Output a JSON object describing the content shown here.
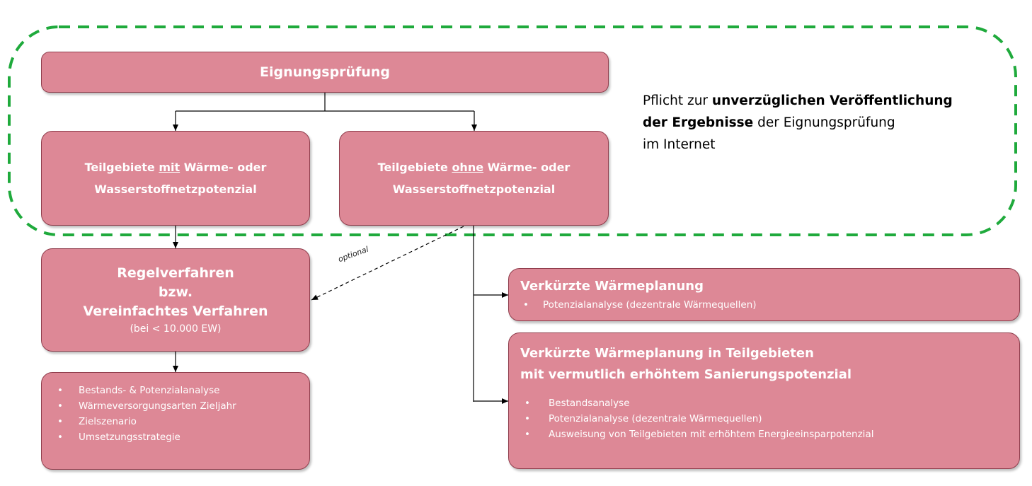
{
  "colors": {
    "box_fill": "#dd8896",
    "box_border": "#8f3d4c",
    "dashed_outline": "#1faa3c",
    "text_light": "#ffffff"
  },
  "eignung": {
    "label": "Eignungsprüfung"
  },
  "mit": {
    "part1": "Teilgebiete ",
    "underlined": "mit",
    "part2": " Wärme- oder",
    "line2": "Wasserstoffnetzpotenzial"
  },
  "ohne": {
    "part1": "Teilgebiete ",
    "underlined": "ohne",
    "part2": " Wärme- oder",
    "line2": "Wasserstoffnetzpotenzial"
  },
  "regel": {
    "line1": "Regelverfahren",
    "line2": "bzw.",
    "line3": "Vereinfachtes Verfahren",
    "line4": "(bei < 10.000 EW)"
  },
  "regel_list": [
    "Bestands- & Potenzialanalyse",
    "Wärmeversorgungsarten Zieljahr",
    "Zielszenario",
    "Umsetzungsstrategie"
  ],
  "verkuerzt": {
    "title": "Verkürzte Wärmeplanung",
    "items": [
      "Potenzialanalyse (dezentrale Wärmequellen)"
    ]
  },
  "verkuerzt_teil": {
    "title_line1": "Verkürzte Wärmeplanung in Teilgebieten",
    "title_line2": "mit vermutlich erhöhtem Sanierungspotenzial",
    "items": [
      "Bestandsanalyse",
      "Potenzialanalyse (dezentrale Wärmequellen)",
      "Ausweisung von Teilgebieten mit erhöhtem Energieeinsparpotenzial"
    ]
  },
  "note": {
    "part1": "Pflicht zur ",
    "bold1": "unverzüglichen Veröffentlichung",
    "bold2": "der Ergebnisse",
    "part2": " der Eignungsprüfung",
    "line3": "im Internet"
  },
  "optional_label": "optional"
}
